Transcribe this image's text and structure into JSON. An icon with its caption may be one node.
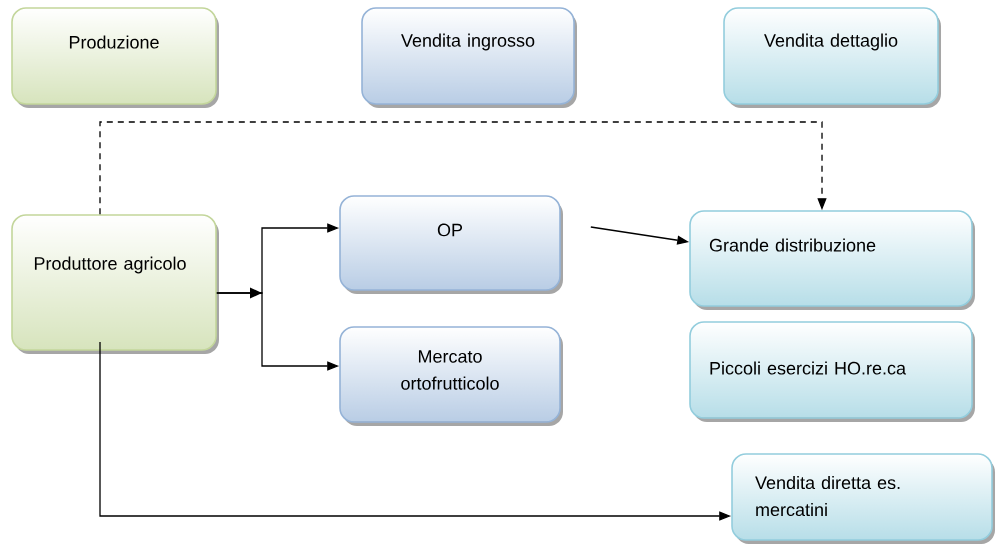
{
  "diagram": {
    "nodes": [
      {
        "text": [
          "Produzione"
        ]
      },
      {
        "text": [
          "Vendita ingrosso"
        ]
      },
      {
        "text": [
          "Vendita dettaglio"
        ]
      },
      {
        "text": [
          "Produttore agricolo"
        ]
      },
      {
        "text": [
          "OP"
        ]
      },
      {
        "text": [
          "Mercato ortofrutticolo"
        ]
      },
      {
        "text": [
          "Grande distribuzione"
        ]
      },
      {
        "text": [
          "Piccoli esercizi HO.re.ca"
        ]
      },
      {
        "text": [
          "Vendita diretta es. mercatini"
        ]
      }
    ],
    "edges": [
      {
        "from": 3,
        "to": 4,
        "arrow": "to"
      },
      {
        "from": 3,
        "to": 5,
        "arrow": "to"
      },
      {
        "from": 3,
        "to": 6,
        "arrow": "to",
        "style": "dashed"
      },
      {
        "from": 4,
        "to": 6,
        "arrow": "to"
      },
      {
        "from": 3,
        "to": 8,
        "arrow": "to"
      }
    ]
  }
}
